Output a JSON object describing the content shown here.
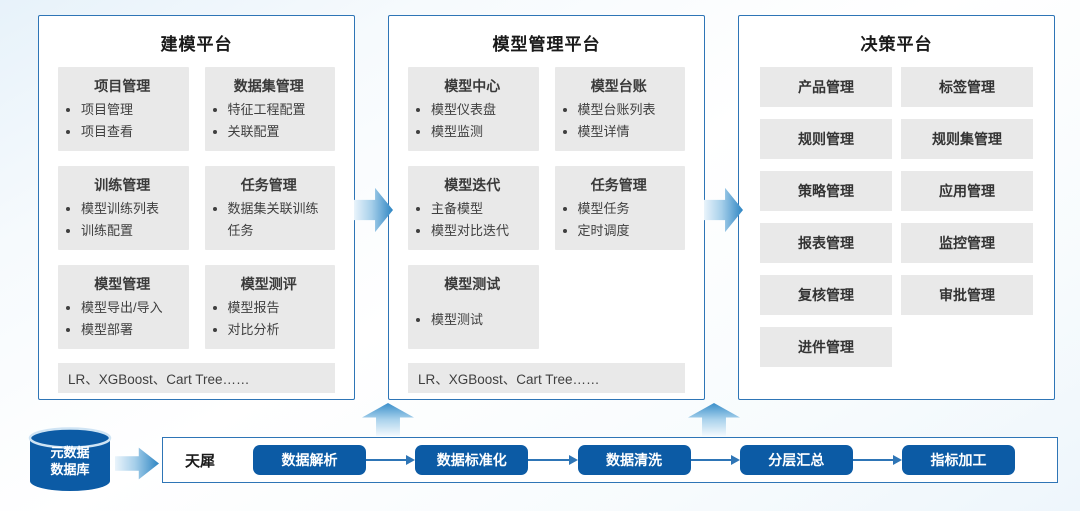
{
  "colors": {
    "panel_border": "#2e75b6",
    "box_bg": "#e9e9e9",
    "dark_blue": "#0c5ba5",
    "arrow_gradient_light": "#eaf4fb",
    "arrow_gradient_dark": "#2f86c3",
    "text_dark": "#3f3f3f"
  },
  "panels": [
    {
      "title": "建模平台",
      "boxes": [
        {
          "header": "项目管理",
          "items": [
            "项目管理",
            "项目查看"
          ]
        },
        {
          "header": "数据集管理",
          "items": [
            "特征工程配置",
            "关联配置"
          ]
        },
        {
          "header": "训练管理",
          "items": [
            "模型训练列表",
            "训练配置"
          ]
        },
        {
          "header": "任务管理",
          "items": [
            "数据集关联训练任务"
          ]
        },
        {
          "header": "模型管理",
          "items": [
            "模型导出/导入",
            "模型部署"
          ]
        },
        {
          "header": "模型测评",
          "items": [
            "模型报告",
            "对比分析"
          ]
        }
      ],
      "footer": "LR、XGBoost、Cart Tree……"
    },
    {
      "title": "模型管理平台",
      "boxes": [
        {
          "header": "模型中心",
          "items": [
            "模型仪表盘",
            "模型监测"
          ]
        },
        {
          "header": "模型台账",
          "items": [
            "模型台账列表",
            "模型详情"
          ]
        },
        {
          "header": "模型迭代",
          "items": [
            "主备模型",
            "模型对比迭代"
          ]
        },
        {
          "header": "任务管理",
          "items": [
            "模型任务",
            "定时调度"
          ]
        },
        {
          "header": "模型测试",
          "items": [
            "模型测试"
          ]
        }
      ],
      "footer": "LR、XGBoost、Cart Tree……"
    },
    {
      "title": "决策平台",
      "buttons": [
        "产品管理",
        "标签管理",
        "规则管理",
        "规则集管理",
        "策略管理",
        "应用管理",
        "报表管理",
        "监控管理",
        "复核管理",
        "审批管理",
        "进件管理"
      ]
    }
  ],
  "bottom": {
    "database": {
      "line1": "元数据",
      "line2": "数据库"
    },
    "bar_label": "天犀",
    "steps": [
      "数据解析",
      "数据标准化",
      "数据清洗",
      "分层汇总",
      "指标加工"
    ]
  }
}
